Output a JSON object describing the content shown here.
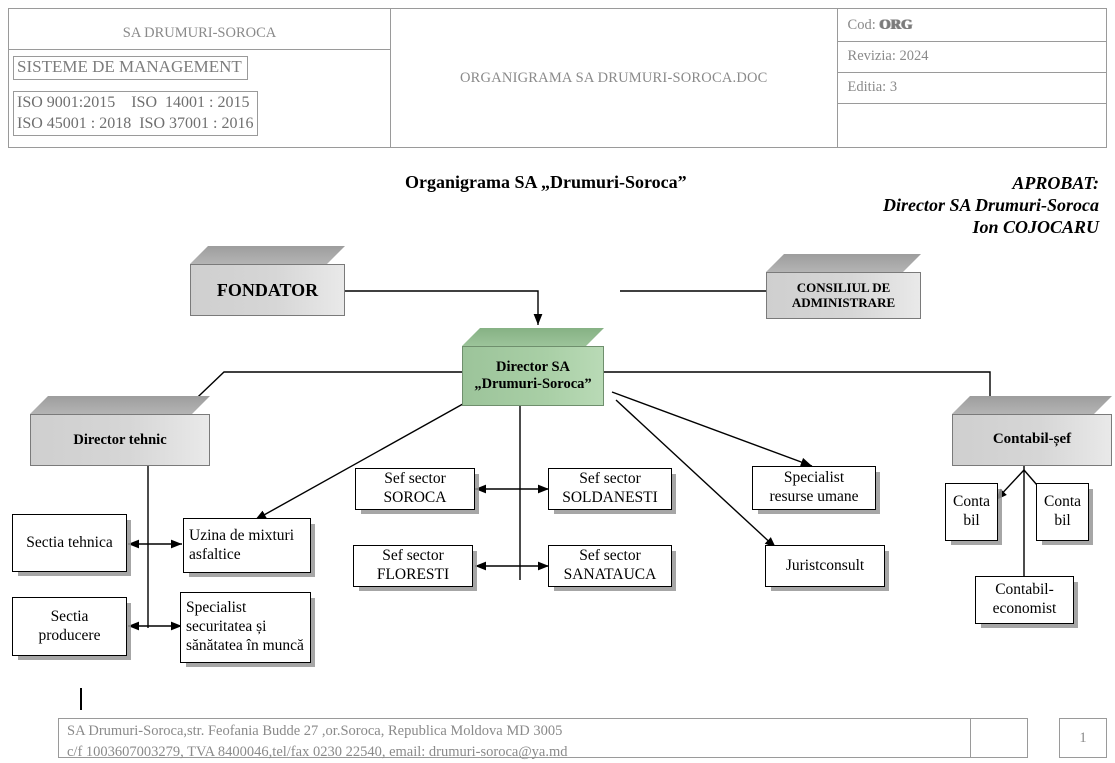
{
  "header": {
    "company": "SA DRUMURI-SOROCA",
    "system_label": "SISTEME DE MANAGEMENT",
    "iso_line1": "ISO 9001:2015    ISO  14001 : 2015",
    "iso_line2": "ISO 45001 : 2018  ISO 37001 : 2016",
    "doc_title": "ORGANIGRAMA SA DRUMURI-SOROCA.DOC",
    "cod_label": "Cod:",
    "cod_value": "ORG",
    "revizia": "Revizia: 2024",
    "editia": "Editia: 3"
  },
  "titles": {
    "main": "Organigrama SA „Drumuri-Soroca”",
    "aprobat_1": "APROBAT:",
    "aprobat_2": "Director SA Drumuri-Soroca",
    "aprobat_3": "Ion COJOCARU"
  },
  "chart": {
    "fondator": "FONDATOR",
    "consiliu_l1": "CONSILIUL DE",
    "consiliu_l2": "ADMINISTRARE",
    "director_l1": "Director SA",
    "director_l2": "„Drumuri-Soroca”",
    "director_tehnic": "Director tehnic",
    "contabil_sef": "Contabil-șef",
    "sectia_tehnica": "Sectia tehnica",
    "uzina_l1": "Uzina de mixturi",
    "uzina_l2": "asfaltice",
    "sectia_producere_l1": "Sectia",
    "sectia_producere_l2": "producere",
    "ssm_l1": "Specialist",
    "ssm_l2": "securitatea și",
    "ssm_l3": "sănătatea în muncă",
    "sef_sector_label": "Sef sector",
    "sector_soroca": "SOROCA",
    "sector_soldanesti": "SOLDANESTI",
    "sector_floresti": "FLORESTI",
    "sector_sanatauca": "SANATAUCA",
    "specialist_hr_l1": "Specialist",
    "specialist_hr_l2": "resurse umane",
    "juristconsult": "Juristconsult",
    "contabil_a_l1": "Conta",
    "contabil_a_l2": "bil",
    "contabil_b_l1": "Conta",
    "contabil_b_l2": "bil",
    "contabil_econ_l1": "Contabil-",
    "contabil_econ_l2": "economist"
  },
  "footer": {
    "line1": "SA Drumuri-Soroca,str. Feofania Budde 27 ,or.Soroca, Republica Moldova   MD 3005",
    "line2": "c/f 1003607003279, TVA 8400046,tel/fax 0230 22540, email: drumuri-soroca@ya.md",
    "page": "1"
  },
  "colors": {
    "director_green": "#a9cfa6",
    "box_gray": "#d6d6d6",
    "header_text": "#8a8a8a"
  }
}
